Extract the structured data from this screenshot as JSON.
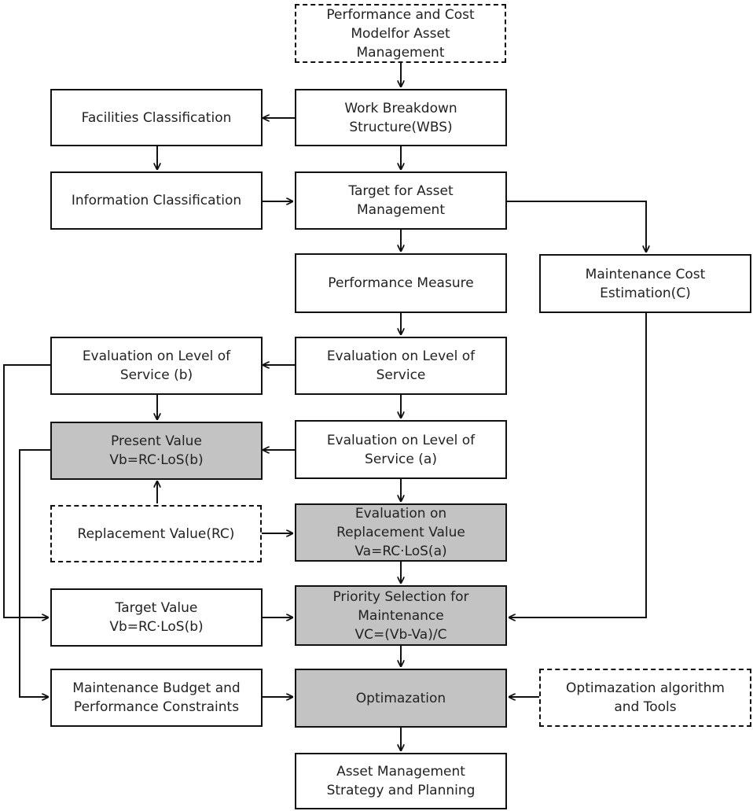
{
  "nodes": {
    "performance_cost_model": {
      "text": "Performance and Cost\nModelfor Asset\nManagement",
      "style": "dashed"
    },
    "wbs": {
      "text": "Work Breakdown\nStructure(WBS)",
      "style": "solid"
    },
    "facilities_classification": {
      "text": "Facilities  Classification",
      "style": "solid"
    },
    "information_classification": {
      "text": "Information Classification",
      "style": "solid"
    },
    "target_asset_management": {
      "text": "Target for Asset\nManagement",
      "style": "solid"
    },
    "performance_measure": {
      "text": "Performance  Measure",
      "style": "solid"
    },
    "maintenance_cost_estimation": {
      "text": "Maintenance Cost\nEstimation(C)",
      "style": "solid"
    },
    "evaluation_los_b": {
      "text": "Evaluation on Level of\nService  (b)",
      "style": "solid"
    },
    "evaluation_los": {
      "text": "Evaluation on Level of\nService",
      "style": "solid"
    },
    "present_value": {
      "text": "Present Value\nVb=RC·LoS(b)",
      "style": "shaded"
    },
    "evaluation_los_a": {
      "text": "Evaluation on Level of\nService  (a)",
      "style": "solid"
    },
    "replacement_value": {
      "text": "Replacement  Value(RC)",
      "style": "dashed"
    },
    "evaluation_replacement_value": {
      "text": "Evaluation on\nReplacement  Value\nVa=RC·LoS(a)",
      "style": "shaded"
    },
    "target_value": {
      "text": "Target Value\nVb=RC·LoS(b)",
      "style": "solid"
    },
    "priority_selection": {
      "text": "Priority Selection  for\nMaintenance\nVC=(Vb-Va)/C",
      "style": "shaded"
    },
    "budget_constraints": {
      "text": "Maintenance Budget and\nPerformance  Constraints",
      "style": "solid"
    },
    "optimization": {
      "text": "Optimazation",
      "style": "shaded"
    },
    "optimization_algorithm": {
      "text": "Optimazation  algorithm\nand Tools",
      "style": "dashed"
    },
    "strategy_planning": {
      "text": "Asset Management\nStrategy and Planning",
      "style": "solid"
    }
  },
  "edges": [
    [
      "performance_cost_model",
      "wbs"
    ],
    [
      "wbs",
      "facilities_classification"
    ],
    [
      "wbs",
      "target_asset_management"
    ],
    [
      "facilities_classification",
      "information_classification"
    ],
    [
      "information_classification",
      "target_asset_management"
    ],
    [
      "target_asset_management",
      "performance_measure"
    ],
    [
      "target_asset_management",
      "maintenance_cost_estimation"
    ],
    [
      "performance_measure",
      "evaluation_los"
    ],
    [
      "evaluation_los",
      "evaluation_los_b"
    ],
    [
      "evaluation_los",
      "evaluation_los_a"
    ],
    [
      "evaluation_los_b",
      "present_value"
    ],
    [
      "evaluation_los_b",
      "target_value"
    ],
    [
      "evaluation_los_a",
      "present_value"
    ],
    [
      "evaluation_los_a",
      "evaluation_replacement_value"
    ],
    [
      "replacement_value",
      "present_value"
    ],
    [
      "replacement_value",
      "evaluation_replacement_value"
    ],
    [
      "present_value",
      "budget_constraints"
    ],
    [
      "evaluation_replacement_value",
      "priority_selection"
    ],
    [
      "target_value",
      "priority_selection"
    ],
    [
      "maintenance_cost_estimation",
      "priority_selection"
    ],
    [
      "priority_selection",
      "optimization"
    ],
    [
      "budget_constraints",
      "optimization"
    ],
    [
      "optimization_algorithm",
      "optimization"
    ],
    [
      "optimization",
      "strategy_planning"
    ]
  ],
  "colors": {
    "line": "#111111",
    "shaded_fill": "#c3c3c3",
    "fill": "#ffffff"
  }
}
